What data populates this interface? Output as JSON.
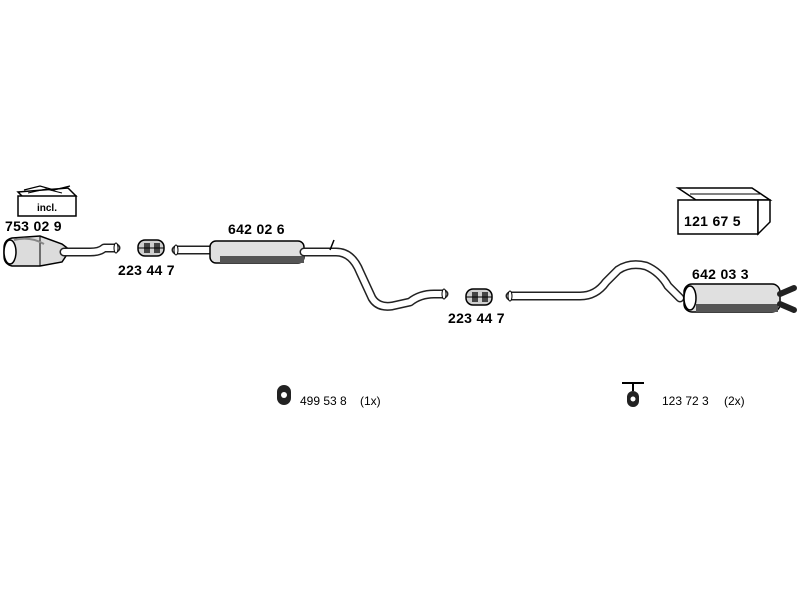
{
  "parts": {
    "catalytic_converter": {
      "number": "753 02 9",
      "box_label": "incl."
    },
    "clamp_front": {
      "number": "223 44 7"
    },
    "front_silencer": {
      "number": "642 02 6"
    },
    "clamp_rear": {
      "number": "223 44 7"
    },
    "rear_silencer": {
      "number": "642 03 3"
    },
    "mounting_kit": {
      "number": "121 67 5"
    }
  },
  "hardware": {
    "rubber_mount": {
      "number": "499 53 8",
      "qty": "(1x)"
    },
    "hanger": {
      "number": "123 72 3",
      "qty": "(2x)"
    }
  }
}
